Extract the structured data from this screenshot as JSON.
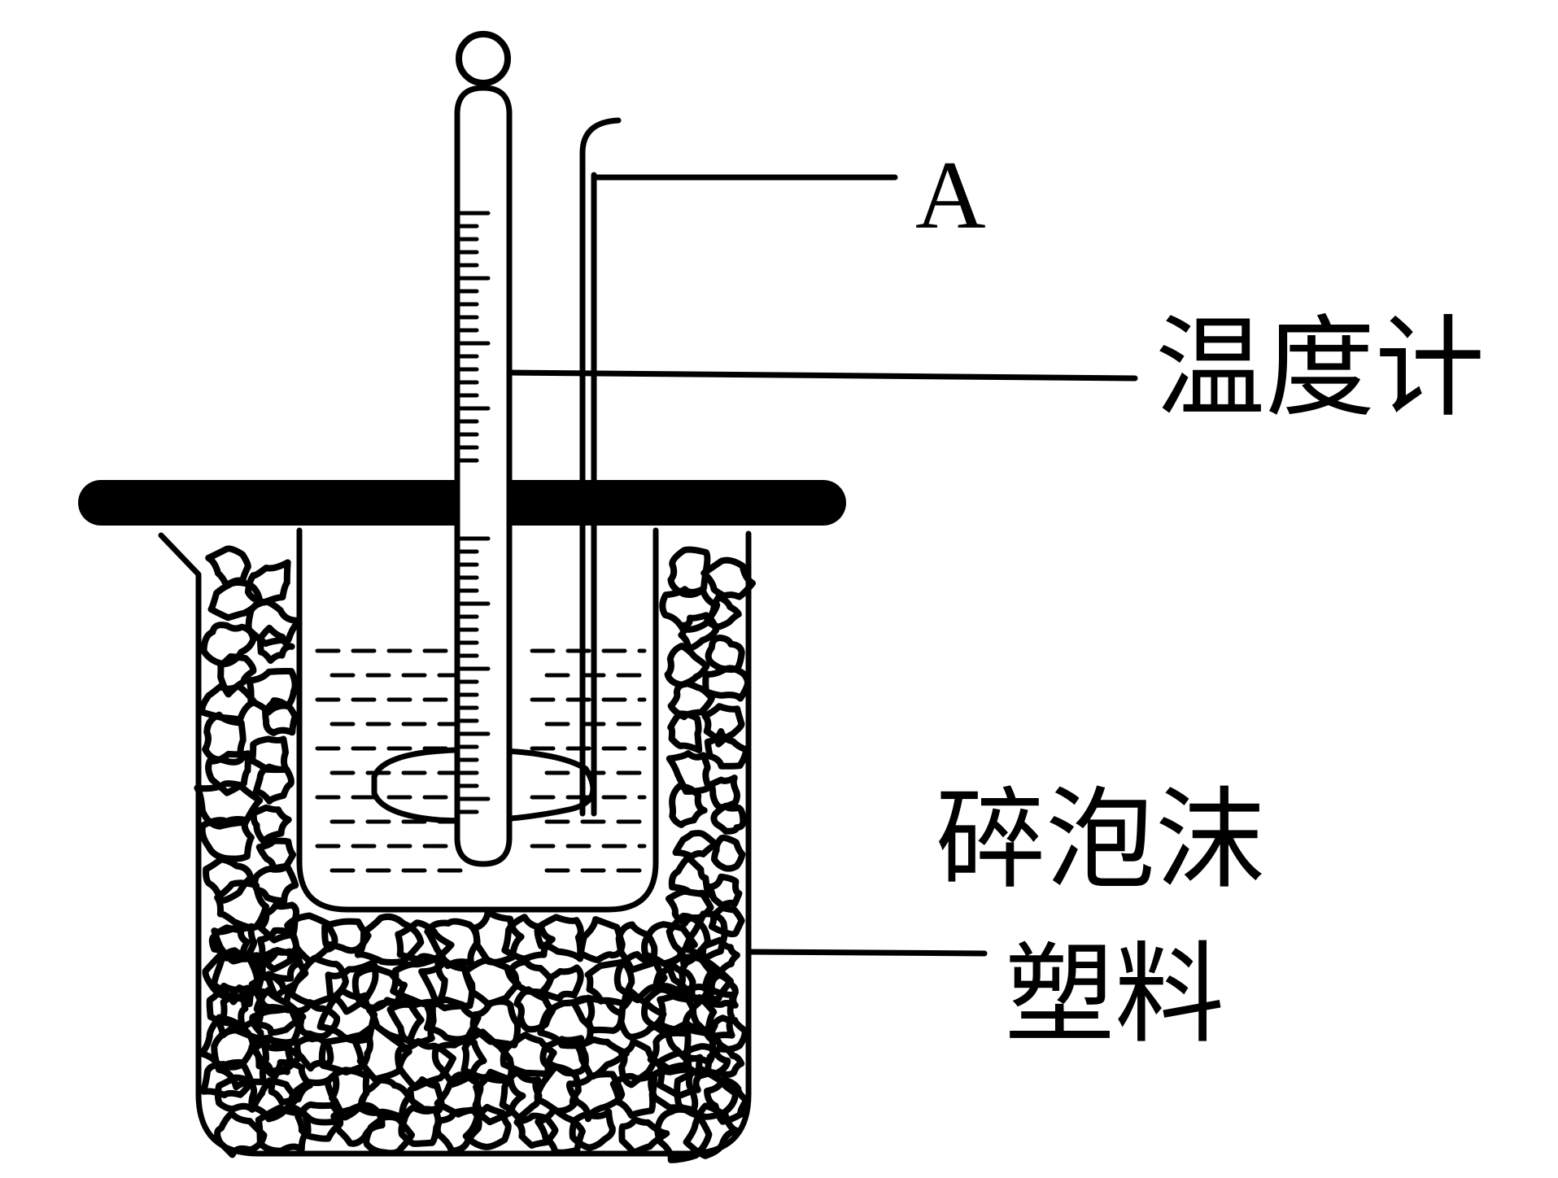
{
  "labels": {
    "a": "A",
    "thermometer": "温度计",
    "foam_line1": "碎泡沫",
    "foam_line2": "塑料"
  },
  "colors": {
    "ink": "#000000",
    "background": "#ffffff"
  }
}
